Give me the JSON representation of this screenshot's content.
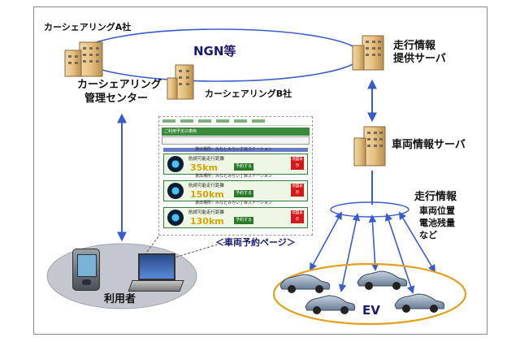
{
  "labels": {
    "carshare_a": "カーシェアリングA社",
    "ngn": "NGN等",
    "travel_info_server_line1": "走行情報",
    "travel_info_server_line2": "提供サーバ",
    "carshare_mgmt_line1": "カーシェアリング",
    "carshare_mgmt_line2": "管理センター",
    "carshare_b": "カーシェアリングB社",
    "vehicle_info_server": "車両情報サーバ",
    "travel_info": "走行情報",
    "info_item_1": "車両位置",
    "info_item_2": "電池残量",
    "info_item_3": "など",
    "reservation_page": "＜車両予約ページ＞",
    "user": "利用者",
    "ev": "EV"
  },
  "reservation_page": {
    "header": "ご利用予定の車両",
    "cards": [
      {
        "line1": "航続可能走行距離",
        "distance": "35km",
        "reserve": "予約する",
        "station": "貸出場所：みなとみらい丁目ステーション",
        "map": "地図表示"
      },
      {
        "line1": "航続可能走行距離",
        "distance": "150km",
        "reserve": "予約する",
        "station": "貸出場所：みなとみらい丁目ステーション",
        "map": "地図表示"
      },
      {
        "line1": "航続可能走行距離",
        "distance": "130km",
        "reserve": "予約する",
        "station": "貸出場所：みなとみらい丁目ステーション",
        "map": "地図表示"
      }
    ]
  },
  "colors": {
    "arrow": "#3a5cc8",
    "label_dark": "#111111",
    "ev_oval": "#e0a020",
    "car_body": "#8aa0b8"
  }
}
